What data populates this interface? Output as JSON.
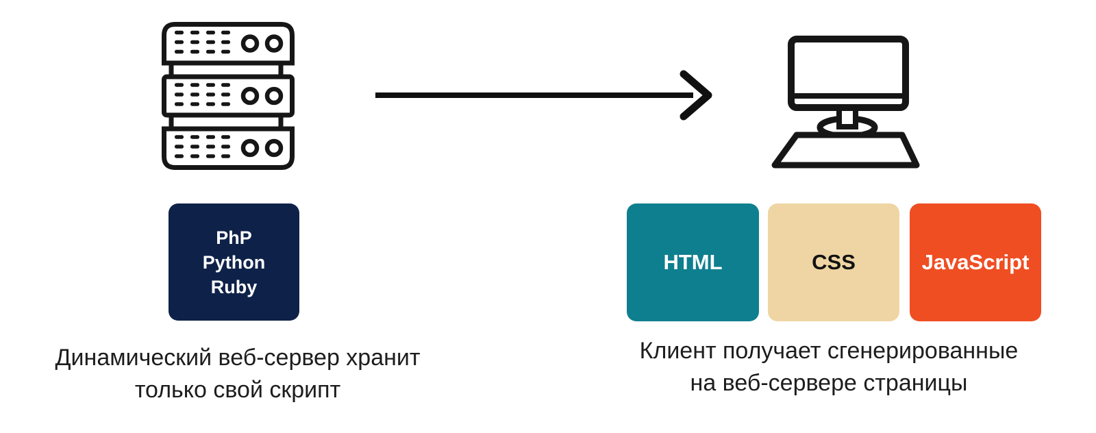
{
  "colors": {
    "background": "#ffffff",
    "icon_stroke": "#161616",
    "caption_text": "#1d1d1d"
  },
  "server_panel": {
    "icon": "server-icon",
    "languages_box": {
      "lines": [
        "PhP",
        "Python",
        "Ruby"
      ],
      "bg": "#0e2249",
      "fg": "#ffffff"
    },
    "caption_line1": "Динамический веб-сервер хранит",
    "caption_line2": "только свой скрипт"
  },
  "arrow": {
    "icon": "arrow-right-icon",
    "direction": "right"
  },
  "client_panel": {
    "icon": "computer-icon",
    "tech_boxes": [
      {
        "label": "HTML",
        "bg": "#0e7f8e",
        "fg": "#ffffff"
      },
      {
        "label": "CSS",
        "bg": "#eed5a3",
        "fg": "#121212"
      },
      {
        "label": "JavaScript",
        "bg": "#ef4e23",
        "fg": "#ffffff"
      }
    ],
    "caption_line1": "Клиент получает сгенерированные",
    "caption_line2": "на веб-сервере страницы"
  }
}
